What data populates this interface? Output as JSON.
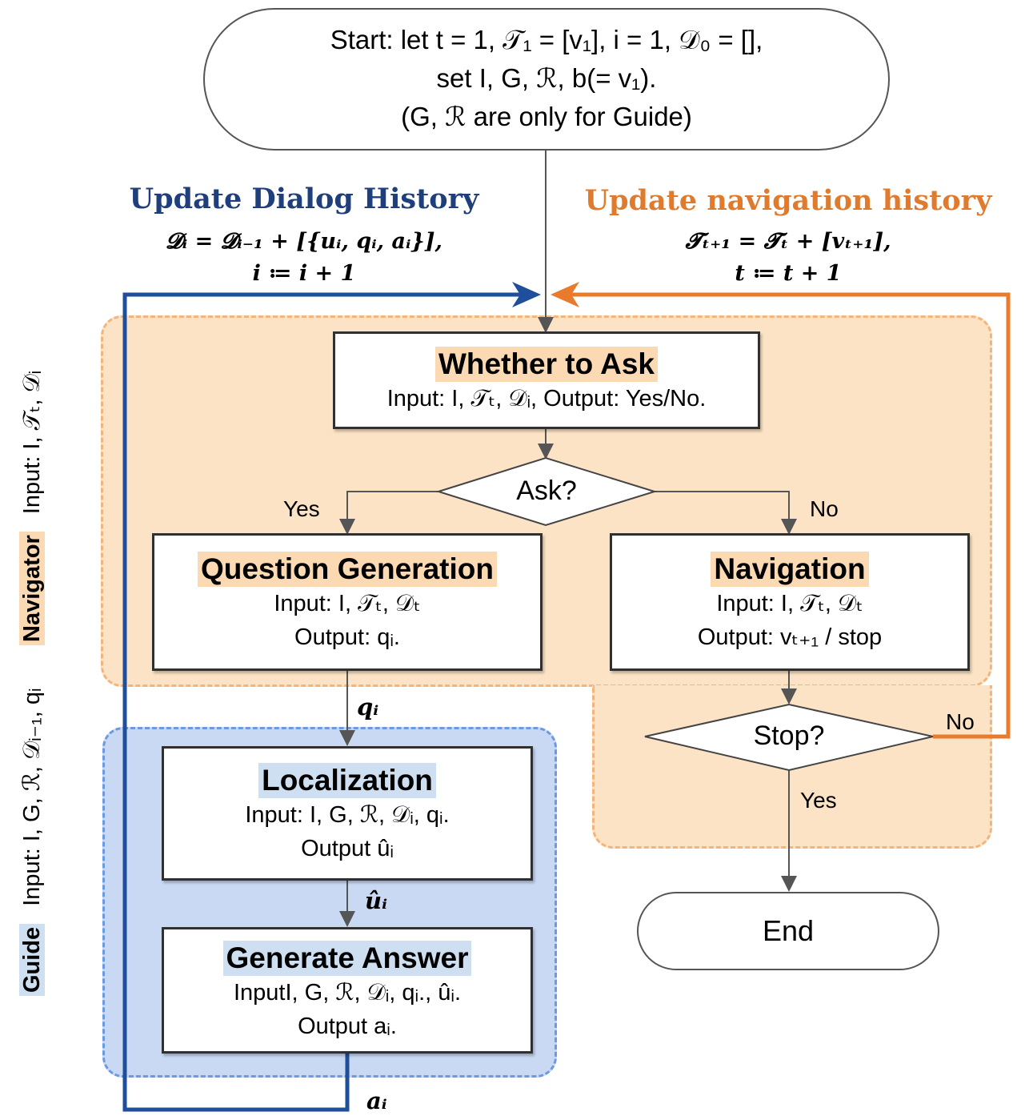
{
  "start": {
    "line1": "Start: let  t = 1,  𝒯₁ = [v₁], i = 1,  𝒟₀ = [],",
    "line2": "set  I,  G,  ℛ,  b(= v₁).",
    "line3": "(G,  ℛ are only for Guide)"
  },
  "dialog_update": {
    "title": "Update Dialog History",
    "formula1": "𝓓ᵢ = 𝓓ᵢ₋₁ + [{uᵢ, qᵢ, aᵢ}],",
    "formula2": "i ≔ i + 1",
    "color": "#1f3e7c"
  },
  "nav_update": {
    "title": "Update navigation history",
    "formula1": "𝓣ₜ₊₁ = 𝓣ₜ + [vₜ₊₁],",
    "formula2": "t ≔ t + 1",
    "color": "#e07b2e"
  },
  "whether_to_ask": {
    "title": "Whether to Ask",
    "io": "Input: I, 𝒯ₜ, 𝒟ᵢ, Output: Yes/No."
  },
  "ask_decision": {
    "label": "Ask?",
    "yes": "Yes",
    "no": "No"
  },
  "question_generation": {
    "title": "Question Generation",
    "input": "Input: I, 𝒯ₜ, 𝒟ₜ",
    "output": "Output: qᵢ."
  },
  "navigation": {
    "title": "Navigation",
    "input": "Input: I, 𝒯ₜ, 𝒟ₜ",
    "output": "Output: vₜ₊₁ / stop"
  },
  "stop_decision": {
    "label": "Stop?",
    "yes": "Yes",
    "no": "No"
  },
  "end": {
    "label": "End"
  },
  "localization": {
    "title": "Localization",
    "input": "Input: I, G, ℛ, 𝒟ᵢ, qᵢ.",
    "output": "Output ûᵢ"
  },
  "generate_answer": {
    "title": "Generate Answer",
    "input": "InputI, G, ℛ, 𝒟ᵢ, qᵢ., ûᵢ.",
    "output": "Output aᵢ."
  },
  "edge_labels": {
    "q": "qᵢ",
    "u": "ûᵢ",
    "a": "aᵢ"
  },
  "navigator_side": {
    "name": "Navigator",
    "input": "Input: I, 𝒯ₜ, 𝒟ᵢ"
  },
  "guide_side": {
    "name": "Guide",
    "input": "Input: I, G, ℛ, 𝒟ᵢ₋₁, qᵢ"
  }
}
